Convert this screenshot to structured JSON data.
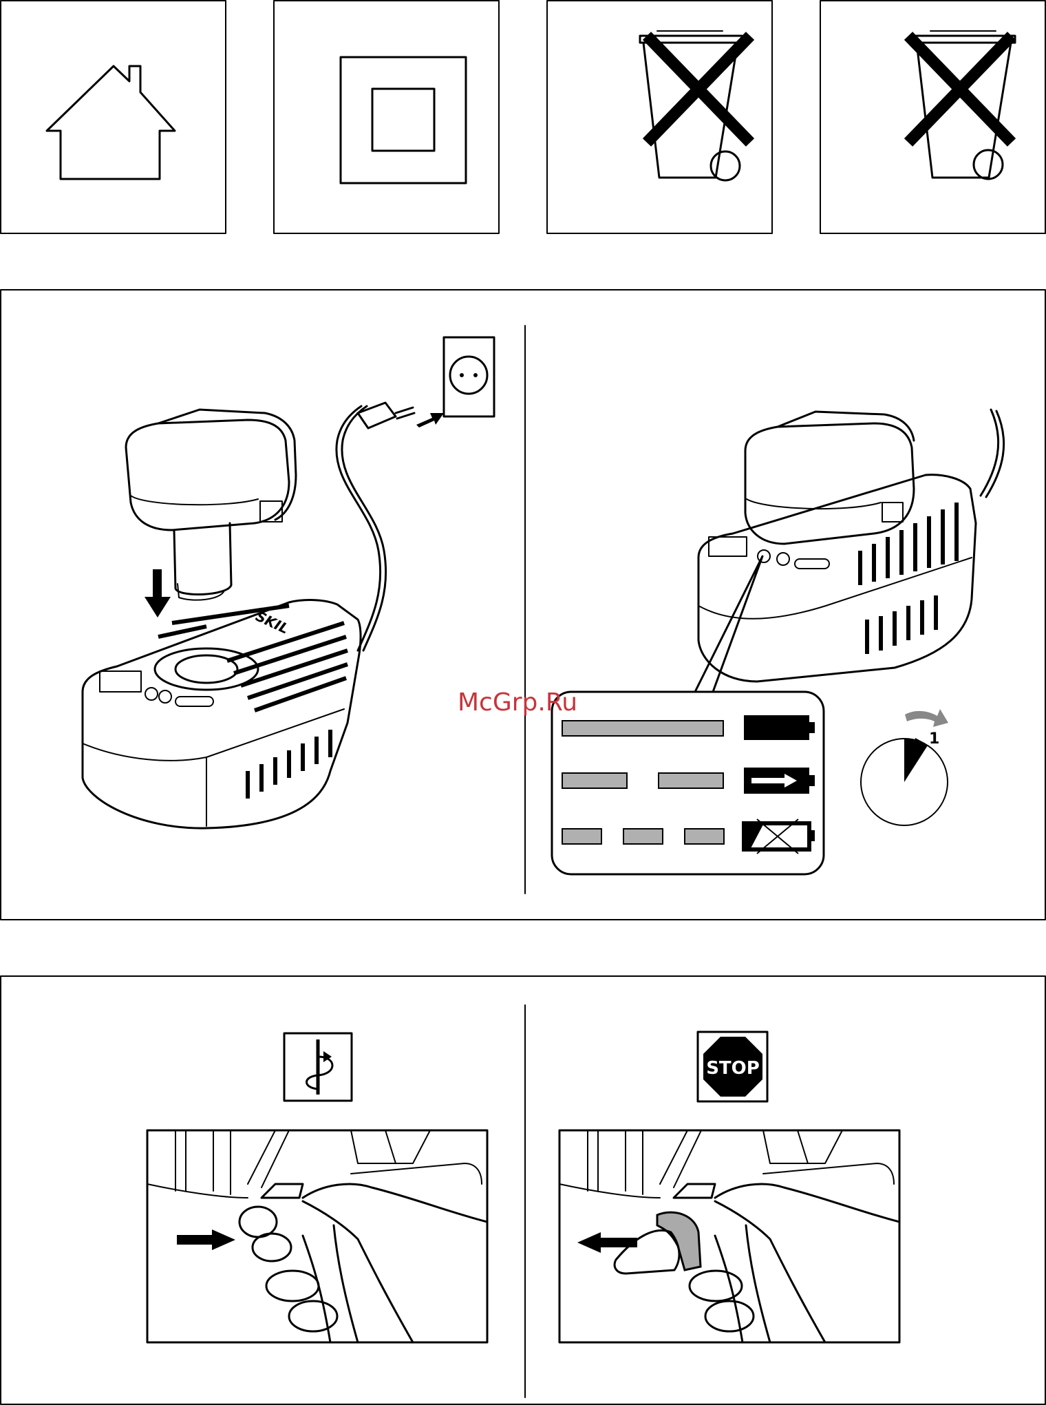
{
  "watermark": {
    "text": "McGrp.Ru"
  },
  "symbols": [
    {
      "icon": "house-icon"
    },
    {
      "icon": "double-insulation-icon"
    },
    {
      "icon": "crossed-bin-icon"
    },
    {
      "icon": "crossed-bin-icon"
    }
  ],
  "charger": {
    "brand": "SKIL",
    "indicator_legend": [
      {
        "pattern": "solid-bar",
        "icon": "battery-full-icon"
      },
      {
        "pattern": "long-dashes",
        "icon": "battery-charging-icon"
      },
      {
        "pattern": "short-dashes",
        "icon": "battery-faulty-icon"
      }
    ],
    "clock": {
      "label": "1",
      "icon": "clock-icon"
    }
  },
  "trigger": {
    "left_icon": "rotation-direction-icon",
    "right_label": "STOP",
    "right_icon": "stop-sign-icon"
  },
  "colors": {
    "line": "#000000",
    "fill_gray": "#b0b0b0",
    "watermark": "#c8343a"
  }
}
